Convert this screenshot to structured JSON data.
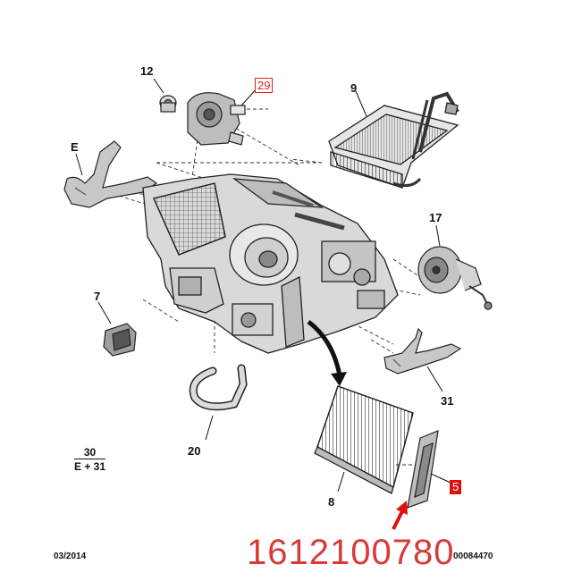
{
  "callouts": {
    "c12": "12",
    "c29": "29",
    "c9": "9",
    "cE": "E",
    "c17": "17",
    "c7": "7",
    "c31": "31",
    "c20": "20",
    "c8": "8",
    "c5": "5"
  },
  "reference": {
    "numerator": "30",
    "denominator": "E + 31"
  },
  "part_number": "1612100780",
  "footer": {
    "date": "03/2014",
    "code": "00084470"
  },
  "colors": {
    "highlight_red": "#e01010",
    "part_number_red": "#d83a3a",
    "line": "#222222"
  }
}
